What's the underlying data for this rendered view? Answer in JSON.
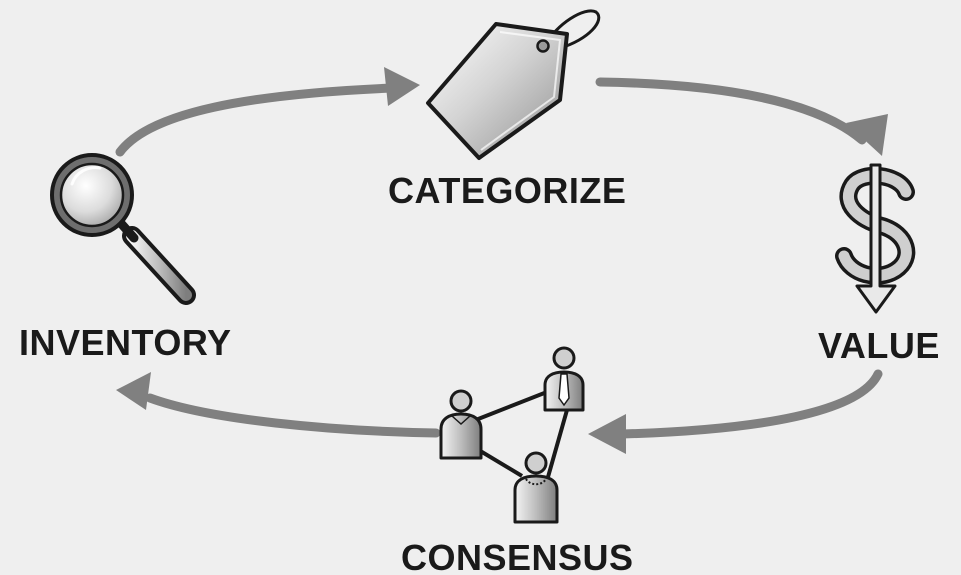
{
  "diagram": {
    "stages": {
      "categorize": {
        "label": "CATEGORIZE",
        "icon": "price-tag-icon"
      },
      "value": {
        "label": "VALUE",
        "icon": "dollar-sign-down-arrow-icon"
      },
      "consensus": {
        "label": "CONSENSUS",
        "icon": "people-network-icon"
      },
      "inventory": {
        "label": "INVENTORY",
        "icon": "magnifying-glass-icon"
      }
    },
    "flow": [
      "INVENTORY",
      "CATEGORIZE",
      "VALUE",
      "CONSENSUS",
      "INVENTORY"
    ],
    "colors": {
      "background": "#efefef",
      "arrow": "#808080",
      "text": "#1a1a1a",
      "icon_outline": "#1a1a1a",
      "icon_fill": "#bdbdbd"
    }
  }
}
